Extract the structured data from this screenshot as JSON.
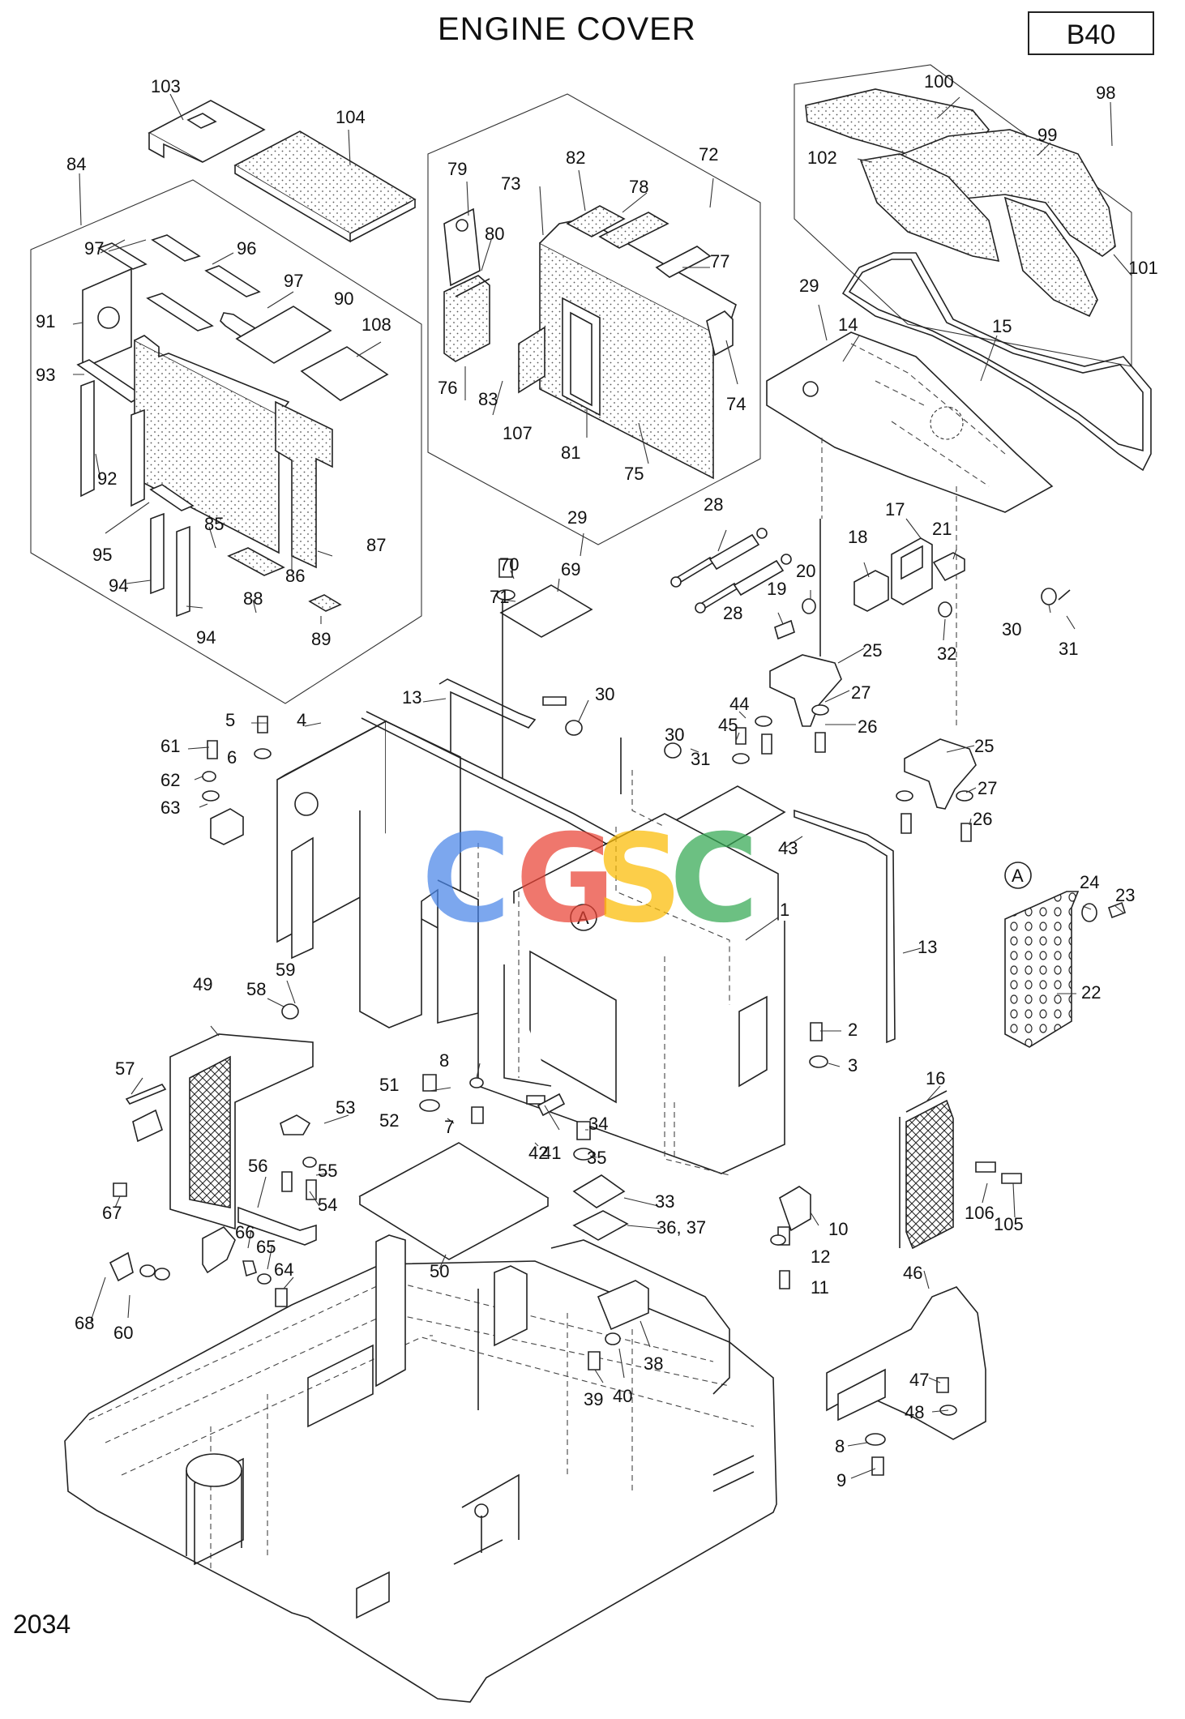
{
  "title": "ENGINE COVER",
  "section_code": "B40",
  "page_number": "2034",
  "watermark": {
    "letters": [
      "C",
      "G",
      "S",
      "C"
    ],
    "colors": [
      "#4a86e8",
      "#ea4335",
      "#fbbc04",
      "#34a853"
    ]
  },
  "callouts": [
    {
      "id": "c-103",
      "text": "103"
    },
    {
      "id": "c-104",
      "text": "104"
    },
    {
      "id": "c-84",
      "text": "84"
    },
    {
      "id": "c-97a",
      "text": "97"
    },
    {
      "id": "c-96",
      "text": "96"
    },
    {
      "id": "c-97b",
      "text": "97"
    },
    {
      "id": "c-90",
      "text": "90"
    },
    {
      "id": "c-91",
      "text": "91"
    },
    {
      "id": "c-108",
      "text": "108"
    },
    {
      "id": "c-93",
      "text": "93"
    },
    {
      "id": "c-92",
      "text": "92"
    },
    {
      "id": "c-95",
      "text": "95"
    },
    {
      "id": "c-85",
      "text": "85"
    },
    {
      "id": "c-86",
      "text": "86"
    },
    {
      "id": "c-87",
      "text": "87"
    },
    {
      "id": "c-94a",
      "text": "94"
    },
    {
      "id": "c-94b",
      "text": "94"
    },
    {
      "id": "c-88",
      "text": "88"
    },
    {
      "id": "c-89",
      "text": "89"
    },
    {
      "id": "c-79",
      "text": "79"
    },
    {
      "id": "c-82",
      "text": "82"
    },
    {
      "id": "c-72",
      "text": "72"
    },
    {
      "id": "c-73",
      "text": "73"
    },
    {
      "id": "c-78",
      "text": "78"
    },
    {
      "id": "c-80",
      "text": "80"
    },
    {
      "id": "c-77",
      "text": "77"
    },
    {
      "id": "c-76",
      "text": "76"
    },
    {
      "id": "c-83",
      "text": "83"
    },
    {
      "id": "c-107",
      "text": "107"
    },
    {
      "id": "c-81",
      "text": "81"
    },
    {
      "id": "c-74",
      "text": "74"
    },
    {
      "id": "c-75",
      "text": "75"
    },
    {
      "id": "c-100",
      "text": "100"
    },
    {
      "id": "c-98",
      "text": "98"
    },
    {
      "id": "c-99",
      "text": "99"
    },
    {
      "id": "c-102",
      "text": "102"
    },
    {
      "id": "c-101",
      "text": "101"
    },
    {
      "id": "c-29a",
      "text": "29"
    },
    {
      "id": "c-14",
      "text": "14"
    },
    {
      "id": "c-15",
      "text": "15"
    },
    {
      "id": "c-28a",
      "text": "28"
    },
    {
      "id": "c-28b",
      "text": "28"
    },
    {
      "id": "c-17",
      "text": "17"
    },
    {
      "id": "c-18",
      "text": "18"
    },
    {
      "id": "c-21",
      "text": "21"
    },
    {
      "id": "c-20",
      "text": "20"
    },
    {
      "id": "c-19",
      "text": "19"
    },
    {
      "id": "c-32",
      "text": "32"
    },
    {
      "id": "c-30a",
      "text": "30"
    },
    {
      "id": "c-31a",
      "text": "31"
    },
    {
      "id": "c-70",
      "text": "70"
    },
    {
      "id": "c-69",
      "text": "69"
    },
    {
      "id": "c-71",
      "text": "71"
    },
    {
      "id": "c-29b",
      "text": "29"
    },
    {
      "id": "c-30b",
      "text": "30"
    },
    {
      "id": "c-13a",
      "text": "13"
    },
    {
      "id": "c-25a",
      "text": "25"
    },
    {
      "id": "c-27a",
      "text": "27"
    },
    {
      "id": "c-26a",
      "text": "26"
    },
    {
      "id": "c-44",
      "text": "44"
    },
    {
      "id": "c-45",
      "text": "45"
    },
    {
      "id": "c-30c",
      "text": "30"
    },
    {
      "id": "c-31b",
      "text": "31"
    },
    {
      "id": "c-25b",
      "text": "25"
    },
    {
      "id": "c-27b",
      "text": "27"
    },
    {
      "id": "c-26b",
      "text": "26"
    },
    {
      "id": "c-43",
      "text": "43"
    },
    {
      "id": "c-5",
      "text": "5"
    },
    {
      "id": "c-4",
      "text": "4"
    },
    {
      "id": "c-61",
      "text": "61"
    },
    {
      "id": "c-6",
      "text": "6"
    },
    {
      "id": "c-62",
      "text": "62"
    },
    {
      "id": "c-63",
      "text": "63"
    },
    {
      "id": "c-A1",
      "text": "A"
    },
    {
      "id": "c-1",
      "text": "1"
    },
    {
      "id": "c-A2",
      "text": "A"
    },
    {
      "id": "c-24",
      "text": "24"
    },
    {
      "id": "c-23",
      "text": "23"
    },
    {
      "id": "c-13b",
      "text": "13"
    },
    {
      "id": "c-22",
      "text": "22"
    },
    {
      "id": "c-59",
      "text": "59"
    },
    {
      "id": "c-49",
      "text": "49"
    },
    {
      "id": "c-58",
      "text": "58"
    },
    {
      "id": "c-2",
      "text": "2"
    },
    {
      "id": "c-3",
      "text": "3"
    },
    {
      "id": "c-16",
      "text": "16"
    },
    {
      "id": "c-57",
      "text": "57"
    },
    {
      "id": "c-8a",
      "text": "8"
    },
    {
      "id": "c-51",
      "text": "51"
    },
    {
      "id": "c-53",
      "text": "53"
    },
    {
      "id": "c-52",
      "text": "52"
    },
    {
      "id": "c-7",
      "text": "7"
    },
    {
      "id": "c-34",
      "text": "34"
    },
    {
      "id": "c-42",
      "text": "42"
    },
    {
      "id": "c-41",
      "text": "41"
    },
    {
      "id": "c-35",
      "text": "35"
    },
    {
      "id": "c-55",
      "text": "55"
    },
    {
      "id": "c-56",
      "text": "56"
    },
    {
      "id": "c-54",
      "text": "54"
    },
    {
      "id": "c-33",
      "text": "33"
    },
    {
      "id": "c-67",
      "text": "67"
    },
    {
      "id": "c-36-37",
      "text": "36, 37"
    },
    {
      "id": "c-10",
      "text": "10"
    },
    {
      "id": "c-106",
      "text": "106"
    },
    {
      "id": "c-105",
      "text": "105"
    },
    {
      "id": "c-66",
      "text": "66"
    },
    {
      "id": "c-65",
      "text": "65"
    },
    {
      "id": "c-12",
      "text": "12"
    },
    {
      "id": "c-50",
      "text": "50"
    },
    {
      "id": "c-64",
      "text": "64"
    },
    {
      "id": "c-11",
      "text": "11"
    },
    {
      "id": "c-46",
      "text": "46"
    },
    {
      "id": "c-68",
      "text": "68"
    },
    {
      "id": "c-60",
      "text": "60"
    },
    {
      "id": "c-38",
      "text": "38"
    },
    {
      "id": "c-47",
      "text": "47"
    },
    {
      "id": "c-39",
      "text": "39"
    },
    {
      "id": "c-40",
      "text": "40"
    },
    {
      "id": "c-48",
      "text": "48"
    },
    {
      "id": "c-8b",
      "text": "8"
    },
    {
      "id": "c-9",
      "text": "9"
    }
  ]
}
